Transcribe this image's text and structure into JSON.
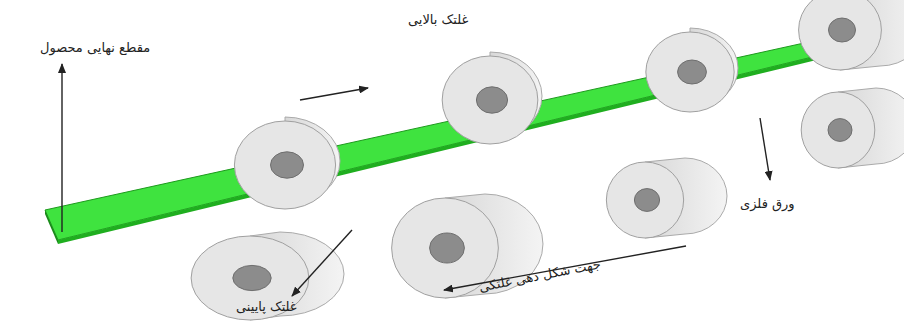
{
  "diagram": {
    "labels": [
      "مقطع نهایی محصول",
      "غلتک بالایی",
      "ورق فلزی",
      "جهت شکل دهی غلتکی",
      "غلتک پایینی"
    ]
  }
}
